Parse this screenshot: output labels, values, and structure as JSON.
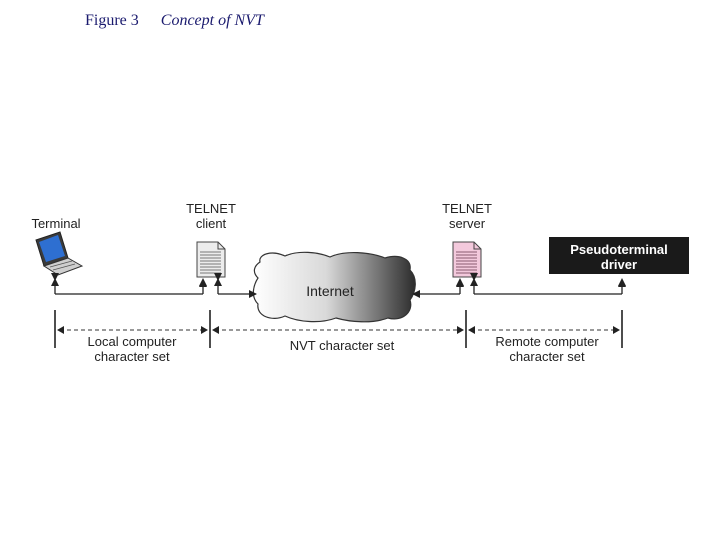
{
  "figure": {
    "number": "Figure 3",
    "title": "Concept of NVT"
  },
  "nodes": {
    "terminal": "Terminal",
    "telnet_client_line1": "TELNET",
    "telnet_client_line2": "client",
    "internet": "Internet",
    "telnet_server_line1": "TELNET",
    "telnet_server_line2": "server",
    "pseudo_line1": "Pseudoterminal",
    "pseudo_line2": "driver"
  },
  "character_sets": {
    "local_line1": "Local  computer",
    "local_line2": "character set",
    "nvt": "NVT character set",
    "remote_line1": "Remote computer",
    "remote_line2": "character set"
  },
  "colors": {
    "server_doc": "#f3c9dc",
    "client_doc": "#e8e8e8",
    "pseudo_box": "#1a1a1a",
    "title": "#1a1a6e"
  },
  "icons": [
    "laptop-icon",
    "document-icon",
    "cloud-icon"
  ]
}
